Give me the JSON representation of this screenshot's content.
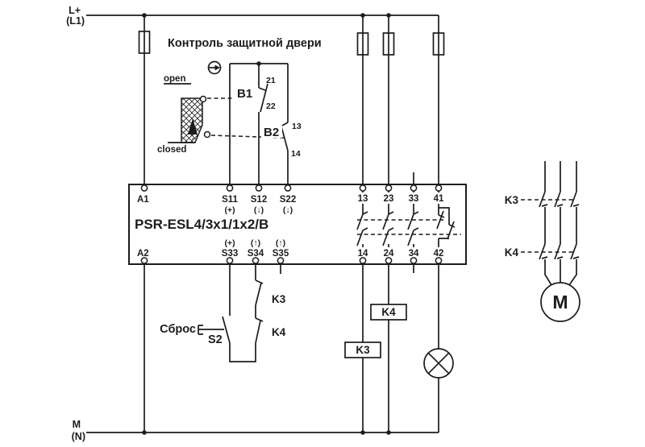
{
  "title": "Контроль защитной двери",
  "colors": {
    "line": "#1c1c1c",
    "background": "#ffffff"
  },
  "rails": {
    "top": {
      "label1": "L+",
      "label2": "(L1)"
    },
    "bottom": {
      "label1": "M",
      "label2": "(N)"
    }
  },
  "door_sensor": {
    "open_label": "open",
    "closed_label": "closed",
    "b1_label": "B1",
    "b1_top": "21",
    "b1_bottom": "22",
    "b2_label": "B2",
    "b2_top": "13",
    "b2_bottom": "14"
  },
  "relay": {
    "name": "PSR-ESL4/3x1/1x2/B",
    "a1": "A1",
    "a2": "A2",
    "s11": "S11",
    "s11_sub": "(+)",
    "s12": "S12",
    "s12_sub": "(↓)",
    "s22": "S22",
    "s22_sub": "(↓)",
    "s33": "S33",
    "s33_sub": "(+)",
    "s34": "S34",
    "s34_sub": "(↑)",
    "s35": "S35",
    "s35_sub": "(↑)",
    "out13": "13",
    "out23": "23",
    "out33": "33",
    "out41": "41",
    "out14": "14",
    "out24": "24",
    "out34": "34",
    "out42": "42"
  },
  "reset": {
    "label": "Сброс",
    "switch": "S2",
    "k3": "K3",
    "k4": "K4"
  },
  "coils": {
    "k3": "K3",
    "k4": "K4"
  },
  "motor": {
    "k3": "K3",
    "k4": "K4",
    "label": "M"
  }
}
